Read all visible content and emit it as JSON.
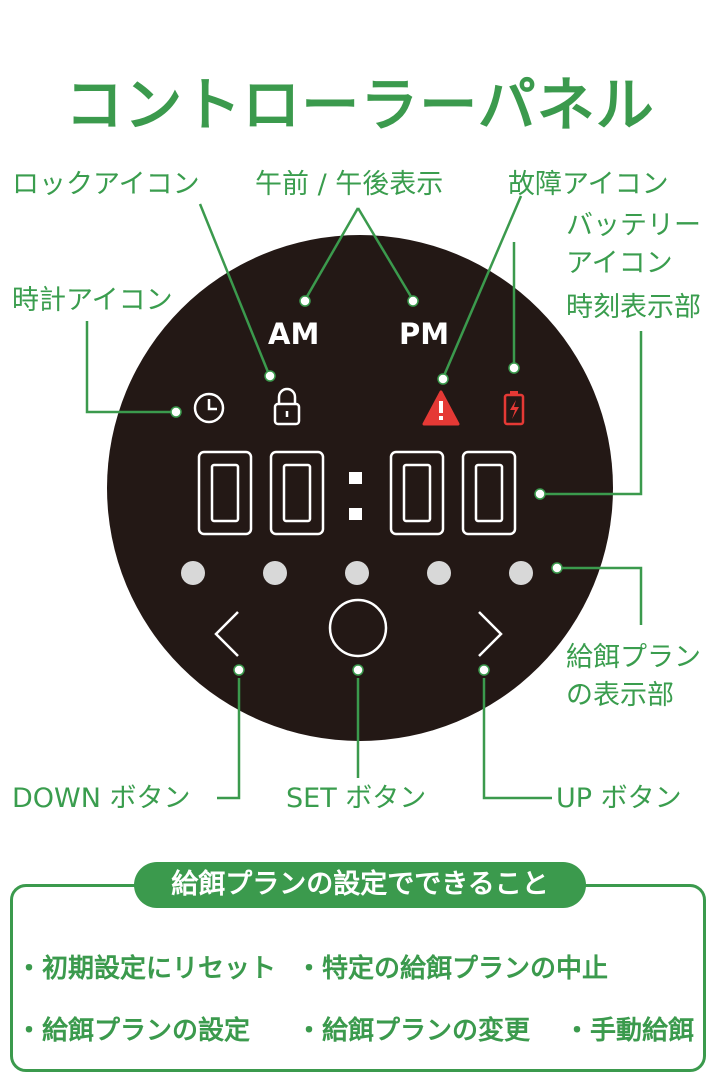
{
  "title": "コントローラーパネル",
  "labels": {
    "lock_icon": "ロックアイコン",
    "am_pm_display": "午前 / 午後表示",
    "fault_icon": "故障アイコン",
    "battery_icon_line1": "バッテリー",
    "battery_icon_line2": "アイコン",
    "clock_icon": "時計アイコン",
    "time_display": "時刻表示部",
    "feeding_plan_display_line1": "給餌プラン",
    "feeding_plan_display_line2": "の表示部",
    "down_button": "DOWN ボタン",
    "set_button": "SET ボタン",
    "up_button": "UP ボタン"
  },
  "panel": {
    "am": "AM",
    "pm": "PM",
    "time": "00:00",
    "time_digits": [
      "0",
      "0",
      "0",
      "0"
    ],
    "plan_dot_count": 5
  },
  "features": {
    "heading": "給餌プランの設定でできること",
    "items": [
      "・初期設定にリセット",
      "・特定の給餌プランの中止",
      "・給餌プランの設定",
      "・給餌プランの変更",
      "・手動給餌"
    ]
  },
  "colors": {
    "accent_green": "#3b9a4d",
    "panel_bg": "#231815",
    "warning_red": "#e53935"
  }
}
